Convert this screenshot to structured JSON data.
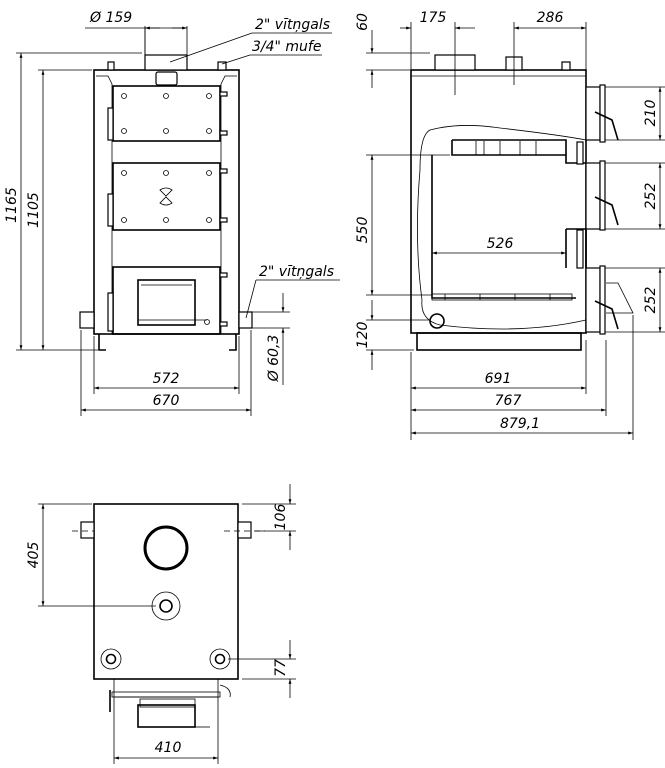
{
  "front_view": {
    "label_top_fitting": "2\" vītņgals",
    "label_top_socket": "3/4\" mufe",
    "label_side_fitting": "2\" vītņgals",
    "dim_flue_diameter": "Ø 159",
    "dim_total_height": "1165",
    "dim_body_height": "1105",
    "dim_body_width": "572",
    "dim_total_width": "670",
    "dim_pipe_diameter": "Ø 60,3"
  },
  "side_view": {
    "dim_top_offset": "60",
    "dim_flue_offset": "175",
    "dim_fitting_offset": "286",
    "dim_chamber_height": "550",
    "dim_bottom_offset": "120",
    "dim_chamber_depth": "526",
    "dim_door_top": "210",
    "dim_door_middle": "252",
    "dim_door_bottom": "252",
    "dim_body_depth": "691",
    "dim_depth_with_doors": "767",
    "dim_total_depth": "879,1"
  },
  "top_view": {
    "dim_flue_center": "405",
    "dim_fitting_offset": "106",
    "dim_corner_offset": "77",
    "dim_base_width": "410"
  }
}
